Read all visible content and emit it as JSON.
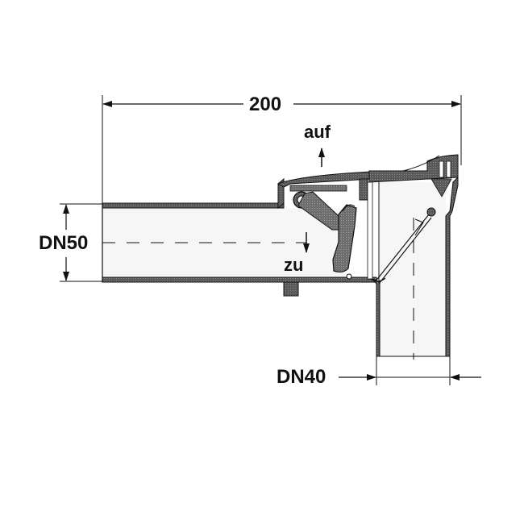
{
  "drawing": {
    "title": "Cross-section of pipe check valve (Rückstauverschluss)",
    "colors": {
      "line": "#111111",
      "wall_fill": "#555555",
      "part_fill": "#6a6a6a",
      "pipe_interior": "#f6f6f6",
      "background": "#ffffff"
    }
  },
  "dimensions": {
    "overall_length": {
      "value": "200",
      "label": "200"
    },
    "inlet_diameter": {
      "label": "DN50"
    },
    "outlet_diameter": {
      "label": "DN40"
    }
  },
  "annotations": {
    "open": {
      "label": "auf",
      "direction": "up"
    },
    "closed": {
      "label": "zu",
      "direction": "down"
    }
  }
}
